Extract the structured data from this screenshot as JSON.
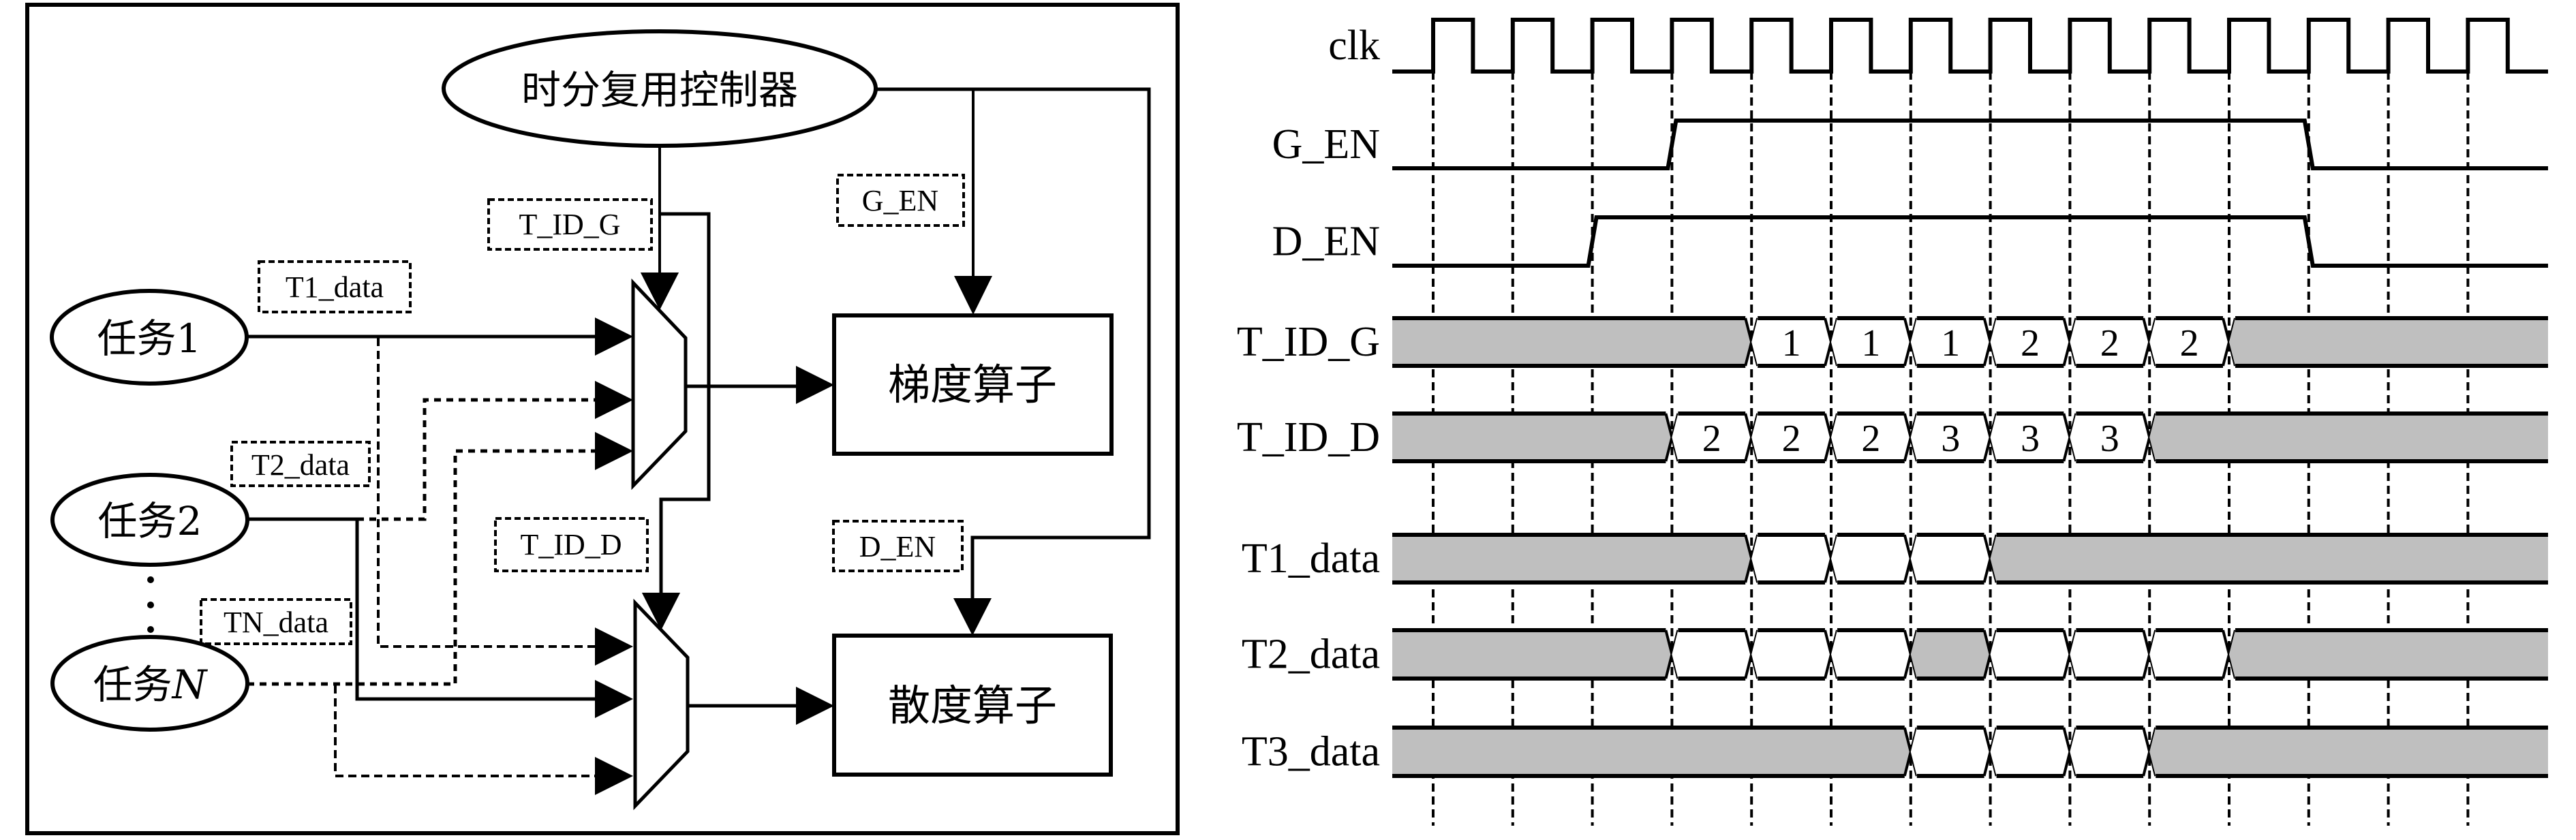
{
  "block_diagram": {
    "controller": "时分复用控制器",
    "tasks": [
      {
        "id": "task-1",
        "label": "任务1"
      },
      {
        "id": "task-2",
        "label": "任务2"
      },
      {
        "id": "task-n",
        "label_prefix": "任务",
        "label_italic": "N"
      }
    ],
    "ellipsis": "⋮",
    "operators": {
      "gradient": "梯度算子",
      "divergence": "散度算子"
    },
    "signal_labels": {
      "t_id_g": "T_ID_G",
      "t_id_d": "T_ID_D",
      "g_en": "G_EN",
      "d_en": "D_EN",
      "t1_data": "T1_data",
      "t2_data": "T2_data",
      "tn_data": "TN_data"
    }
  },
  "timing_diagram": {
    "clock_cycles": 14,
    "signals": [
      {
        "name": "clk",
        "type": "clock"
      },
      {
        "name": "G_EN",
        "type": "level",
        "high_from_edge": 3,
        "low_from_edge": 11
      },
      {
        "name": "D_EN",
        "type": "level",
        "high_from_edge": 2,
        "low_from_edge": 11
      },
      {
        "name": "T_ID_G",
        "type": "bus",
        "segments": [
          {
            "from": -1,
            "to": 4,
            "state": "invalid"
          },
          {
            "from": 4,
            "to": 5,
            "state": "valid",
            "value": "1"
          },
          {
            "from": 5,
            "to": 6,
            "state": "valid",
            "value": "1"
          },
          {
            "from": 6,
            "to": 7,
            "state": "valid",
            "value": "1"
          },
          {
            "from": 7,
            "to": 8,
            "state": "valid",
            "value": "2"
          },
          {
            "from": 8,
            "to": 9,
            "state": "valid",
            "value": "2"
          },
          {
            "from": 9,
            "to": 10,
            "state": "valid",
            "value": "2"
          },
          {
            "from": 10,
            "to": 14,
            "state": "invalid"
          }
        ]
      },
      {
        "name": "T_ID_D",
        "type": "bus",
        "segments": [
          {
            "from": -1,
            "to": 3,
            "state": "invalid"
          },
          {
            "from": 3,
            "to": 4,
            "state": "valid",
            "value": "2"
          },
          {
            "from": 4,
            "to": 5,
            "state": "valid",
            "value": "2"
          },
          {
            "from": 5,
            "to": 6,
            "state": "valid",
            "value": "2"
          },
          {
            "from": 6,
            "to": 7,
            "state": "valid",
            "value": "3"
          },
          {
            "from": 7,
            "to": 8,
            "state": "valid",
            "value": "3"
          },
          {
            "from": 8,
            "to": 9,
            "state": "valid",
            "value": "3"
          },
          {
            "from": 9,
            "to": 14,
            "state": "invalid"
          }
        ]
      },
      {
        "name": "T1_data",
        "type": "bus",
        "segments": [
          {
            "from": -1,
            "to": 4,
            "state": "invalid"
          },
          {
            "from": 4,
            "to": 5,
            "state": "valid",
            "value": ""
          },
          {
            "from": 5,
            "to": 6,
            "state": "valid",
            "value": ""
          },
          {
            "from": 6,
            "to": 7,
            "state": "valid",
            "value": ""
          },
          {
            "from": 7,
            "to": 14,
            "state": "invalid"
          }
        ]
      },
      {
        "name": "T2_data",
        "type": "bus",
        "segments": [
          {
            "from": -1,
            "to": 3,
            "state": "invalid"
          },
          {
            "from": 3,
            "to": 4,
            "state": "valid",
            "value": ""
          },
          {
            "from": 4,
            "to": 5,
            "state": "valid",
            "value": ""
          },
          {
            "from": 5,
            "to": 6,
            "state": "valid",
            "value": ""
          },
          {
            "from": 6,
            "to": 7,
            "state": "invalid"
          },
          {
            "from": 7,
            "to": 8,
            "state": "valid",
            "value": ""
          },
          {
            "from": 8,
            "to": 9,
            "state": "valid",
            "value": ""
          },
          {
            "from": 9,
            "to": 10,
            "state": "valid",
            "value": ""
          },
          {
            "from": 10,
            "to": 14,
            "state": "invalid"
          }
        ]
      },
      {
        "name": "T3_data",
        "type": "bus",
        "segments": [
          {
            "from": -1,
            "to": 6,
            "state": "invalid"
          },
          {
            "from": 6,
            "to": 7,
            "state": "valid",
            "value": ""
          },
          {
            "from": 7,
            "to": 8,
            "state": "valid",
            "value": ""
          },
          {
            "from": 8,
            "to": 9,
            "state": "valid",
            "value": ""
          },
          {
            "from": 9,
            "to": 14,
            "state": "invalid"
          }
        ]
      }
    ],
    "colors": {
      "invalid_fill": "#bfbfbf",
      "valid_fill": "#ffffff",
      "line": "#000000"
    }
  }
}
